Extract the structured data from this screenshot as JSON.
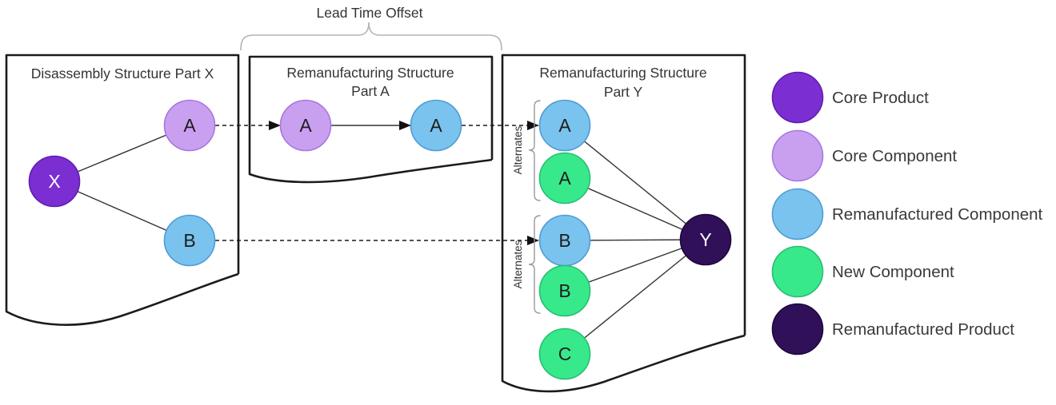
{
  "annotation": {
    "lead_time_offset": "Lead Time Offset"
  },
  "panels": {
    "part_x": {
      "title": "Disassembly Structure Part X",
      "nodes": {
        "x": "X",
        "a": "A",
        "b": "B"
      }
    },
    "part_a": {
      "title_line1": "Remanufacturing Structure",
      "title_line2": "Part A",
      "nodes": {
        "a_core": "A",
        "a_reman": "A"
      }
    },
    "part_y": {
      "title_line1": "Remanufacturing Structure",
      "title_line2": "Part Y",
      "alternates_a": "Alternates",
      "alternates_b": "Alternates",
      "nodes": {
        "a_reman": "A",
        "a_new": "A",
        "b_reman": "B",
        "b_new": "B",
        "c_new": "C",
        "y": "Y"
      }
    }
  },
  "legend": {
    "items": [
      {
        "label": "Core Product",
        "color": "#7B2ED2"
      },
      {
        "label": "Core Component",
        "color": "#C9A0F0"
      },
      {
        "label": "Remanufactured Component",
        "color": "#7AC3EE"
      },
      {
        "label": "New Component",
        "color": "#38E98C"
      },
      {
        "label": "Remanufactured Product",
        "color": "#31105A"
      }
    ]
  },
  "colors": {
    "core_product": "#7B2ED2",
    "core_component": "#C9A0F0",
    "remanufactured_component": "#7AC3EE",
    "new_component": "#38E98C",
    "remanufactured_product": "#31105A",
    "edge": "#333333",
    "panel_border": "#1b1b1b",
    "brace": "#b3b3b3",
    "background": "#ffffff"
  }
}
